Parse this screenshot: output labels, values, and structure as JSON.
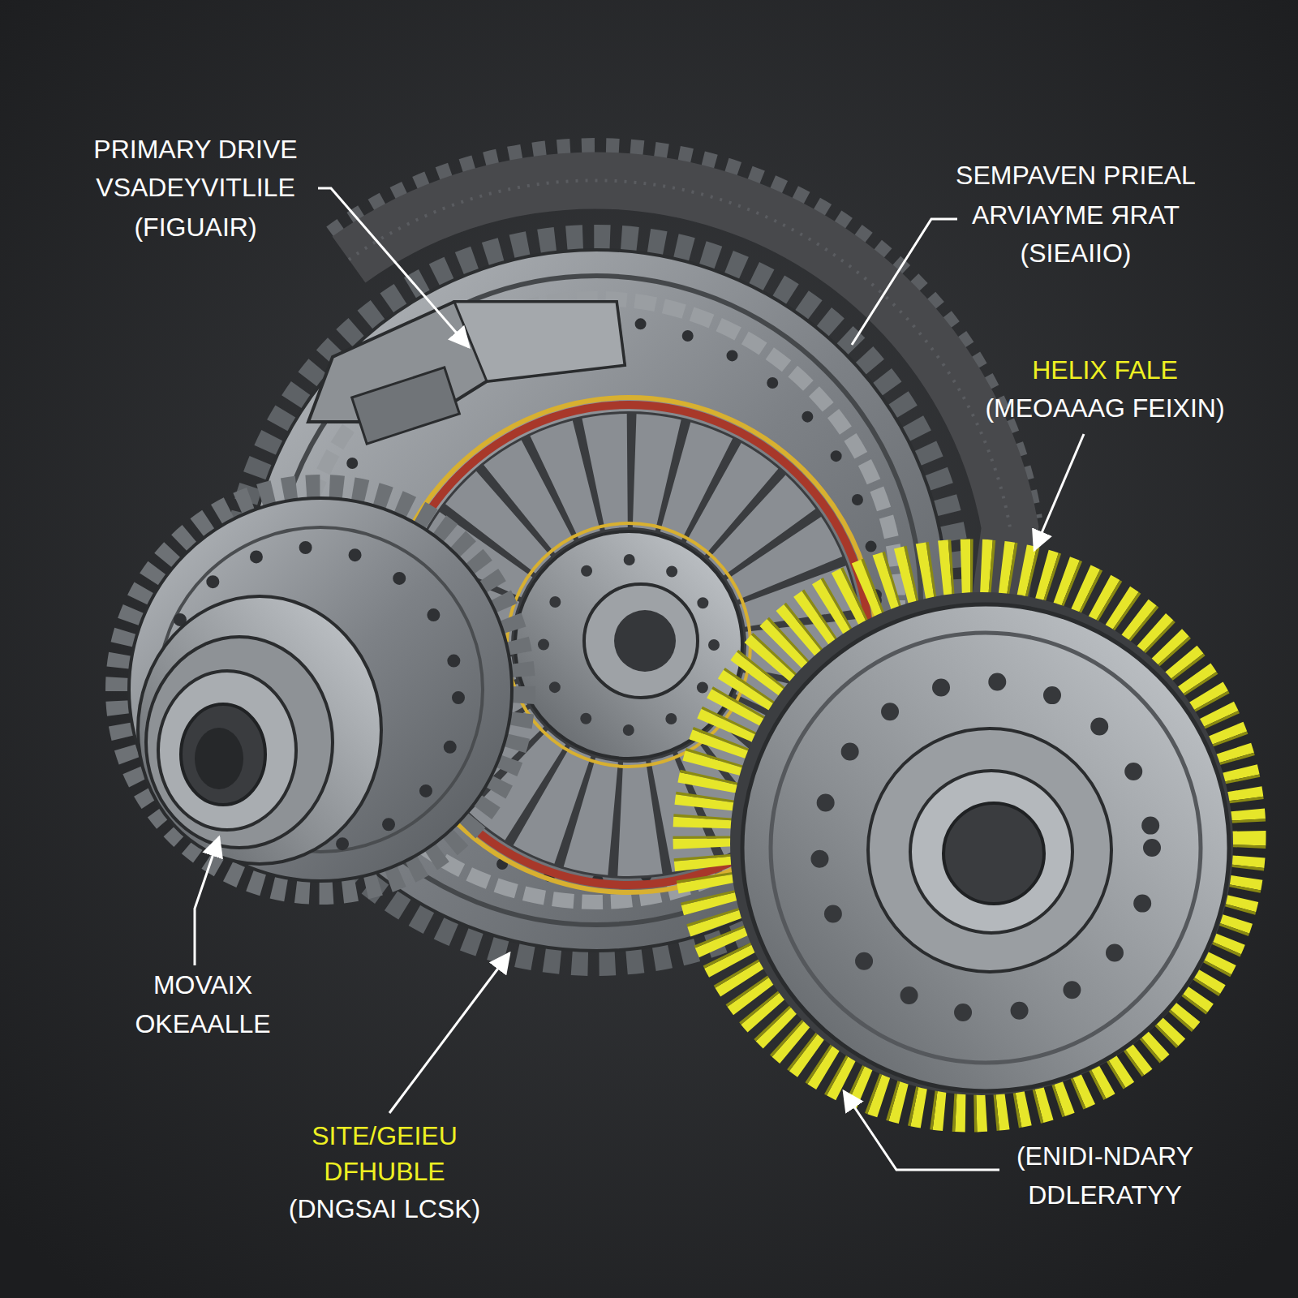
{
  "diagram": {
    "labels": [
      "PRIMARY DRIVE",
      "VSADEYVITLILE",
      "(FIGUAIR)",
      "SEMPAVEN PRIEAL",
      "ARVIAYME ЯRAT",
      "(SIEAIIO)",
      "HELIX FALE",
      "(MEOAAAG FEIXIN)",
      "MOVAIX",
      "OKEAALLE",
      "SITE/GEIEU",
      "DFHUBLE",
      "(DNGSAI LCSK)",
      "(ENIDI-NDARY",
      "DDLERATYY"
    ]
  }
}
